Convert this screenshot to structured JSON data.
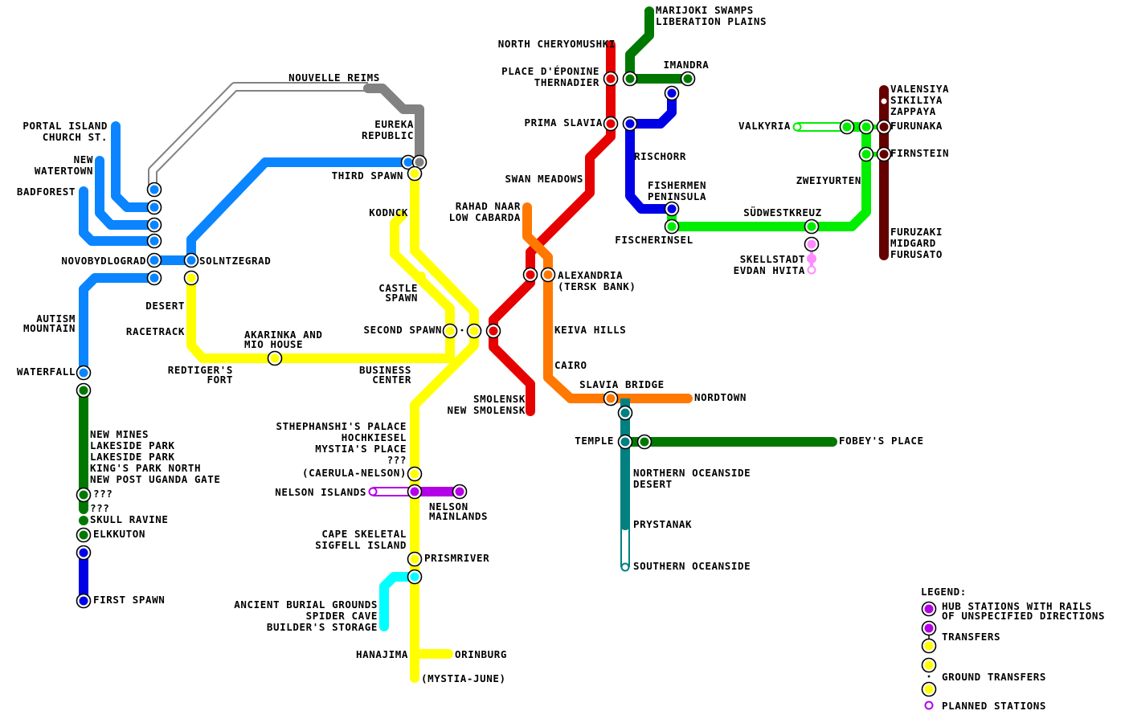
{
  "colors": {
    "red": "#e60000",
    "yellow": "#ffff00",
    "blue": "#0a85ff",
    "darkblue": "#0000e6",
    "green": "#007800",
    "lime": "#00ee00",
    "orange": "#ff7800",
    "teal": "#008080",
    "cyan": "#00ffff",
    "magenta": "#b400e6",
    "pink": "#ff8cff",
    "maroon": "#640000",
    "gray": "#828282"
  },
  "legend": {
    "title": "LEGEND:",
    "hub_line1": "HUB STATIONS WITH RAILS",
    "hub_line2": "OF UNSPECIFIED DIRECTIONS",
    "transfers": "TRANSFERS",
    "ground_transfers": "GROUND TRANSFERS",
    "planned": "PLANNED STATIONS"
  },
  "labels": [
    {
      "text": "MARIJOKI SWAMPS",
      "anchor": "start"
    },
    {
      "text": "LIBERATION PLAINS",
      "anchor": "start"
    },
    {
      "text": "NORTH CHERYOMUSHKI",
      "anchor": "end"
    },
    {
      "text": "PLACE D'ÉPONINE",
      "anchor": "end"
    },
    {
      "text": "THERNADIER",
      "anchor": "end"
    },
    {
      "text": "IMANDRA",
      "anchor": "middle"
    },
    {
      "text": "PRIMA SLAVIA",
      "anchor": "end"
    },
    {
      "text": "RISCHORR",
      "anchor": "start"
    },
    {
      "text": "NOUVELLE REIMS",
      "anchor": "middle"
    },
    {
      "text": "EUREKA",
      "anchor": "end"
    },
    {
      "text": "REPUBLIC",
      "anchor": "end"
    },
    {
      "text": "PORTAL ISLAND",
      "anchor": "end"
    },
    {
      "text": "CHURCH ST.",
      "anchor": "end"
    },
    {
      "text": "NEW",
      "anchor": "end"
    },
    {
      "text": "WATERTOWN",
      "anchor": "end"
    },
    {
      "text": "BADFOREST",
      "anchor": "end"
    },
    {
      "text": "THIRD SPAWN",
      "anchor": "end"
    },
    {
      "text": "KODNCK",
      "anchor": "end"
    },
    {
      "text": "SWAN MEADOWS",
      "anchor": "end"
    },
    {
      "text": "RAHAD NAAR",
      "anchor": "end"
    },
    {
      "text": "LOW CABARDA",
      "anchor": "end"
    },
    {
      "text": "FISHERMEN",
      "anchor": "start"
    },
    {
      "text": "PENINSULA",
      "anchor": "start"
    },
    {
      "text": "FISCHERINSEL",
      "anchor": "middle"
    },
    {
      "text": "SÜDWESTKREUZ",
      "anchor": "middle"
    },
    {
      "text": "VALKYRIA",
      "anchor": "end"
    },
    {
      "text": "VALENSIYA",
      "anchor": "start"
    },
    {
      "text": "SIKILIYA",
      "anchor": "start"
    },
    {
      "text": "ZAPPAYA",
      "anchor": "start"
    },
    {
      "text": "FURUNAKA",
      "anchor": "start"
    },
    {
      "text": "FIRNSTEIN",
      "anchor": "start"
    },
    {
      "text": "ZWEIYURTEN",
      "anchor": "end"
    },
    {
      "text": "FURUZAKI",
      "anchor": "start"
    },
    {
      "text": "MIDGARD",
      "anchor": "start"
    },
    {
      "text": "FURUSATO",
      "anchor": "start"
    },
    {
      "text": "SKELLSTADT",
      "anchor": "end"
    },
    {
      "text": "EVDAN HVITA",
      "anchor": "end"
    },
    {
      "text": "NOVOBYDLOGRAD",
      "anchor": "end"
    },
    {
      "text": "SOLNTZEGRAD",
      "anchor": "start"
    },
    {
      "text": "ALEXANDRIA",
      "anchor": "start"
    },
    {
      "text": "(TERSK BANK)",
      "anchor": "start"
    },
    {
      "text": "CASTLE",
      "anchor": "end"
    },
    {
      "text": "SPAWN",
      "anchor": "end"
    },
    {
      "text": "DESERT",
      "anchor": "end"
    },
    {
      "text": "AUTISM",
      "anchor": "end"
    },
    {
      "text": "MOUNTAIN",
      "anchor": "end"
    },
    {
      "text": "RACETRACK",
      "anchor": "end"
    },
    {
      "text": "AKARINKA AND",
      "anchor": "start"
    },
    {
      "text": "MIO HOUSE",
      "anchor": "start"
    },
    {
      "text": "SECOND SPAWN",
      "anchor": "end"
    },
    {
      "text": "KEIVA HILLS",
      "anchor": "start"
    },
    {
      "text": "CAIRO",
      "anchor": "start"
    },
    {
      "text": "WATERFALL",
      "anchor": "end"
    },
    {
      "text": "REDTIGER'S",
      "anchor": "end"
    },
    {
      "text": "FORT",
      "anchor": "end"
    },
    {
      "text": "BUSINESS",
      "anchor": "end"
    },
    {
      "text": "CENTER",
      "anchor": "end"
    },
    {
      "text": "SLAVIA BRIDGE",
      "anchor": "middle"
    },
    {
      "text": "NORDTOWN",
      "anchor": "start"
    },
    {
      "text": "SMOLENSK",
      "anchor": "end"
    },
    {
      "text": "NEW SMOLENSK",
      "anchor": "end"
    },
    {
      "text": "STHEPHANSHI'S PALACE",
      "anchor": "end"
    },
    {
      "text": "HOCHKIESEL",
      "anchor": "end"
    },
    {
      "text": "MYSTIA'S PLACE",
      "anchor": "end"
    },
    {
      "text": "???",
      "anchor": "end"
    },
    {
      "text": "(CAERULA-NELSON)",
      "anchor": "end"
    },
    {
      "text": "NEW MINES",
      "anchor": "start"
    },
    {
      "text": "LAKESIDE PARK",
      "anchor": "start"
    },
    {
      "text": "LAKESIDE PARK",
      "anchor": "start"
    },
    {
      "text": "KING'S PARK NORTH",
      "anchor": "start"
    },
    {
      "text": "NEW POST UGANDA GATE",
      "anchor": "start"
    },
    {
      "text": "???",
      "anchor": "start"
    },
    {
      "text": "???",
      "anchor": "start"
    },
    {
      "text": "SKULL RAVINE",
      "anchor": "start"
    },
    {
      "text": "ELKKUTON",
      "anchor": "start"
    },
    {
      "text": "FIRST SPAWN",
      "anchor": "start"
    },
    {
      "text": "TEMPLE",
      "anchor": "end"
    },
    {
      "text": "FOBEY'S PLACE",
      "anchor": "start"
    },
    {
      "text": "NORTHERN OCEANSIDE",
      "anchor": "start"
    },
    {
      "text": "DESERT",
      "anchor": "start"
    },
    {
      "text": "PRYSTANAK",
      "anchor": "start"
    },
    {
      "text": "SOUTHERN OCEANSIDE",
      "anchor": "start"
    },
    {
      "text": "NELSON ISLANDS",
      "anchor": "end"
    },
    {
      "text": "NELSON",
      "anchor": "start"
    },
    {
      "text": "MAINLANDS",
      "anchor": "start"
    },
    {
      "text": "CAPE SKELETAL",
      "anchor": "end"
    },
    {
      "text": "SIGFELL ISLAND",
      "anchor": "end"
    },
    {
      "text": "PRISMRIVER",
      "anchor": "start"
    },
    {
      "text": "ANCIENT BURIAL GROUNDS",
      "anchor": "end"
    },
    {
      "text": "SPIDER CAVE",
      "anchor": "end"
    },
    {
      "text": "BUILDER'S STORAGE",
      "anchor": "end"
    },
    {
      "text": "HANAJIMA",
      "anchor": "end"
    },
    {
      "text": "ORINBURG",
      "anchor": "start"
    },
    {
      "text": "(MYSTIA-JUNE)",
      "anchor": "start"
    }
  ]
}
